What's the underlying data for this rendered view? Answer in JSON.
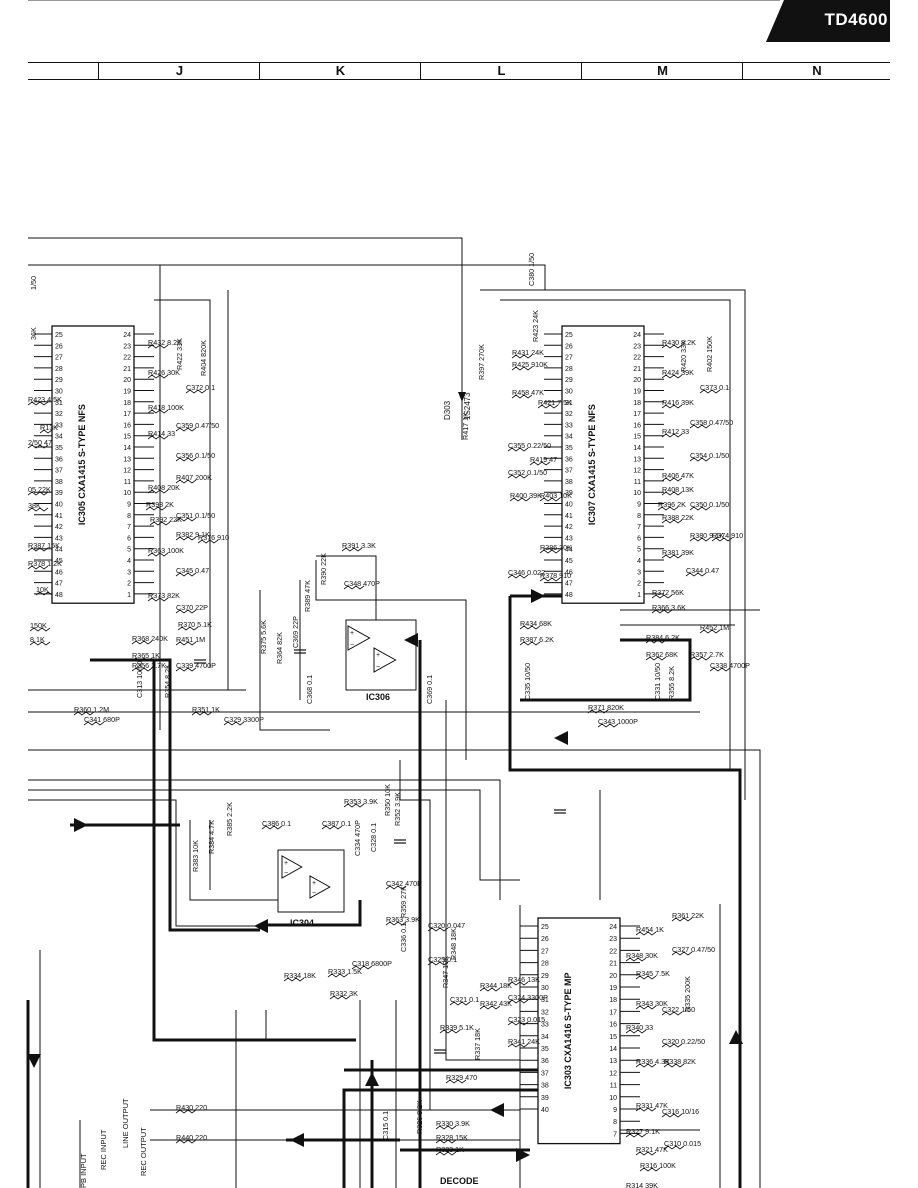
{
  "header": {
    "model": "TD4600"
  },
  "grid_columns": [
    "J",
    "K",
    "L",
    "M",
    "N"
  ],
  "ic_left": {
    "ref": "IC305",
    "part": "CXA1415",
    "desc": "S-TYPE NFS",
    "left_pins": [
      "25",
      "26",
      "27",
      "28",
      "29",
      "30",
      "31",
      "32",
      "33",
      "34",
      "35",
      "36",
      "37",
      "38",
      "39",
      "40",
      "41",
      "42",
      "43",
      "44",
      "45",
      "46",
      "47",
      "48"
    ],
    "right_pins": [
      "24",
      "23",
      "22",
      "21",
      "20",
      "19",
      "18",
      "17",
      "16",
      "15",
      "14",
      "13",
      "12",
      "11",
      "10",
      "9",
      "8",
      "7",
      "6",
      "5",
      "4",
      "3",
      "2",
      "1"
    ]
  },
  "ic_right": {
    "ref": "IC307",
    "part": "CXA1415",
    "desc": "S-TYPE NFS",
    "left_pins": [
      "25",
      "26",
      "27",
      "28",
      "29",
      "30",
      "31",
      "32",
      "33",
      "34",
      "35",
      "36",
      "37",
      "38",
      "39",
      "40",
      "41",
      "42",
      "43",
      "44",
      "45",
      "46",
      "47",
      "48"
    ],
    "right_pins": [
      "24",
      "23",
      "22",
      "21",
      "20",
      "19",
      "18",
      "17",
      "16",
      "15",
      "14",
      "13",
      "12",
      "11",
      "10",
      "9",
      "8",
      "7",
      "6",
      "5",
      "4",
      "3",
      "2",
      "1"
    ]
  },
  "ic_bottom": {
    "ref": "IC303",
    "part": "CXA1416",
    "desc": "S-TYPE MP",
    "left_pins": [
      "25",
      "26",
      "27",
      "28",
      "29",
      "30",
      "31",
      "32",
      "33",
      "34",
      "35",
      "36",
      "37",
      "38",
      "39",
      "40"
    ],
    "right_pins": [
      "24",
      "23",
      "22",
      "21",
      "20",
      "19",
      "18",
      "17",
      "16",
      "15",
      "14",
      "13",
      "12",
      "11",
      "10",
      "9",
      "8",
      "7"
    ]
  },
  "opamps": {
    "ic306": "IC306",
    "ic304": "IC304"
  },
  "diode": {
    "ref": "D303",
    "part": "1S2473"
  },
  "io_labels": {
    "line_output": "LINE OUTPUT",
    "rec_input": "REC INPUT",
    "rec_output": "REC OUTPUT",
    "pb_input": "PB INPUT",
    "decode": "DECODE"
  },
  "left_ic_parts": [
    {
      "ref": "R432",
      "val": "8.2K"
    },
    {
      "ref": "R422",
      "val": "33K"
    },
    {
      "ref": "R404",
      "val": "820K"
    },
    {
      "ref": "R426",
      "val": "30K"
    },
    {
      "ref": "C372",
      "val": "0.1"
    },
    {
      "ref": "R418",
      "val": "100K"
    },
    {
      "ref": "C359",
      "val": "0.47/50"
    },
    {
      "ref": "R414",
      "val": "33"
    },
    {
      "ref": "C356",
      "val": "0.1/50"
    },
    {
      "ref": "R407",
      "val": "200K"
    },
    {
      "ref": "R408",
      "val": "20K"
    },
    {
      "ref": "R398",
      "val": "2K"
    },
    {
      "ref": "C351",
      "val": "0.1/50"
    },
    {
      "ref": "R392",
      "val": "22K"
    },
    {
      "ref": "R382",
      "val": "9.1K"
    },
    {
      "ref": "R376",
      "val": "910"
    },
    {
      "ref": "R363",
      "val": "100K"
    },
    {
      "ref": "C345",
      "val": "0.47"
    },
    {
      "ref": "R373",
      "val": "82K"
    },
    {
      "ref": "C370",
      "val": "22P"
    },
    {
      "ref": "R370",
      "val": "5.1K"
    },
    {
      "ref": "R368",
      "val": "240K"
    },
    {
      "ref": "R451",
      "val": "1M"
    },
    {
      "ref": "R365",
      "val": "1K"
    },
    {
      "ref": "R356",
      "val": "2.7K"
    },
    {
      "ref": "C339",
      "val": "4700P"
    }
  ],
  "right_ic_parts": [
    {
      "ref": "R430",
      "val": "8.2K"
    },
    {
      "ref": "R420",
      "val": "33K"
    },
    {
      "ref": "R402",
      "val": "150K"
    },
    {
      "ref": "R424",
      "val": "39K"
    },
    {
      "ref": "C373",
      "val": "0.1"
    },
    {
      "ref": "R416",
      "val": "39K"
    },
    {
      "ref": "C358",
      "val": "0.47/50"
    },
    {
      "ref": "R412",
      "val": "33"
    },
    {
      "ref": "C354",
      "val": "0.1/50"
    },
    {
      "ref": "R406",
      "val": "47K"
    },
    {
      "ref": "R408",
      "val": "13K"
    },
    {
      "ref": "R396",
      "val": "2K"
    },
    {
      "ref": "C350",
      "val": "0.1/50"
    },
    {
      "ref": "R388",
      "val": "22K"
    },
    {
      "ref": "R380",
      "val": "9.1K"
    },
    {
      "ref": "R374",
      "val": "910"
    },
    {
      "ref": "R381",
      "val": "39K"
    },
    {
      "ref": "C344",
      "val": "0.47"
    },
    {
      "ref": "R372",
      "val": "56K"
    },
    {
      "ref": "R366",
      "val": "3.6K"
    },
    {
      "ref": "R452",
      "val": "1M"
    },
    {
      "ref": "R384",
      "val": "6.2K"
    },
    {
      "ref": "R362",
      "val": "68K"
    },
    {
      "ref": "R357",
      "val": "2.7K"
    },
    {
      "ref": "C338",
      "val": "4700P"
    }
  ],
  "right_ic_left_parts": [
    {
      "ref": "R431",
      "val": "24K"
    },
    {
      "ref": "R423",
      "val": "24K"
    },
    {
      "ref": "R425",
      "val": "910K"
    },
    {
      "ref": "R458",
      "val": "47K"
    },
    {
      "ref": "R421",
      "val": "7.5K"
    },
    {
      "ref": "C355",
      "val": "0.22/50"
    },
    {
      "ref": "R419",
      "val": "47"
    },
    {
      "ref": "C352",
      "val": "0.1/50"
    },
    {
      "ref": "R400",
      "val": "39K"
    },
    {
      "ref": "R403",
      "val": "10K"
    },
    {
      "ref": "R386",
      "val": "30K"
    },
    {
      "ref": "C346",
      "val": "0.022"
    },
    {
      "ref": "R378",
      "val": "910"
    },
    {
      "ref": "R434",
      "val": "68K"
    },
    {
      "ref": "R387",
      "val": "6.2K"
    },
    {
      "ref": "C335",
      "val": "10/50"
    },
    {
      "ref": "R371",
      "val": "820K"
    },
    {
      "ref": "C343",
      "val": "1000P"
    }
  ],
  "middle_parts": [
    {
      "ref": "R391",
      "val": "3.3K"
    },
    {
      "ref": "R390",
      "val": "22K"
    },
    {
      "ref": "R389",
      "val": "47K"
    },
    {
      "ref": "C348",
      "val": "470P"
    },
    {
      "ref": "R375",
      "val": "5.6K"
    },
    {
      "ref": "R364",
      "val": "82K"
    },
    {
      "ref": "C369",
      "val": "22P"
    },
    {
      "ref": "C368",
      "val": "0.1"
    },
    {
      "ref": "C369",
      "val": "0.1"
    },
    {
      "ref": "R351",
      "val": "1K"
    },
    {
      "ref": "C329",
      "val": "3300P"
    },
    {
      "ref": "R360",
      "val": "1.2M"
    },
    {
      "ref": "C341",
      "val": "680P"
    },
    {
      "ref": "R353",
      "val": "3.9K"
    },
    {
      "ref": "C386",
      "val": "0.1"
    },
    {
      "ref": "C387",
      "val": "0.1"
    },
    {
      "ref": "C334",
      "val": "470P"
    },
    {
      "ref": "C328",
      "val": "0.1"
    },
    {
      "ref": "R350",
      "val": "10K"
    },
    {
      "ref": "R352",
      "val": "3.9K"
    },
    {
      "ref": "R383",
      "val": "10K"
    },
    {
      "ref": "R384",
      "val": "4.7K"
    },
    {
      "ref": "R385",
      "val": "2.2K"
    },
    {
      "ref": "C342",
      "val": "470P"
    },
    {
      "ref": "R359",
      "val": "27K"
    },
    {
      "ref": "R363",
      "val": "3.9K"
    },
    {
      "ref": "C336",
      "val": "0.1"
    },
    {
      "ref": "C320",
      "val": "0.047"
    },
    {
      "ref": "R348",
      "val": "18K"
    },
    {
      "ref": "C325",
      "val": "0.1"
    },
    {
      "ref": "R347",
      "val": "10K"
    },
    {
      "ref": "R333",
      "val": "1.5K"
    },
    {
      "ref": "C318",
      "val": "6800P"
    },
    {
      "ref": "R334",
      "val": "18K"
    },
    {
      "ref": "R332",
      "val": "3K"
    },
    {
      "ref": "C321",
      "val": "0.1"
    },
    {
      "ref": "R339",
      "val": "5.1K"
    },
    {
      "ref": "R337",
      "val": "18K"
    },
    {
      "ref": "R329",
      "val": "470"
    },
    {
      "ref": "R430",
      "val": "220"
    },
    {
      "ref": "R440",
      "val": "220"
    },
    {
      "ref": "R330",
      "val": "3.9K"
    },
    {
      "ref": "R328",
      "val": "15K"
    },
    {
      "ref": "R323",
      "val": "1K"
    },
    {
      "ref": "C315",
      "val": "0.1"
    },
    {
      "ref": "R326",
      "val": "8.2K"
    },
    {
      "ref": "C380",
      "val": "1/50"
    },
    {
      "ref": "R397",
      "val": "270K"
    },
    {
      "ref": "R417",
      "val": "1K"
    },
    {
      "ref": "R355",
      "val": "8.2K"
    },
    {
      "ref": "C313",
      "val": "10/50"
    },
    {
      "ref": "R354",
      "val": "8.2K"
    },
    {
      "ref": "C331",
      "val": "10/50"
    }
  ],
  "bottom_ic_parts": [
    {
      "ref": "R346",
      "val": "13K"
    },
    {
      "ref": "C324",
      "val": "3300P"
    },
    {
      "ref": "R344",
      "val": "18K"
    },
    {
      "ref": "R342",
      "val": "43K"
    },
    {
      "ref": "C323",
      "val": "0.015"
    },
    {
      "ref": "R341",
      "val": "24K"
    },
    {
      "ref": "R454",
      "val": "1K"
    },
    {
      "ref": "R361",
      "val": "22K"
    },
    {
      "ref": "C327",
      "val": "0.47/50"
    },
    {
      "ref": "R348",
      "val": "30K"
    },
    {
      "ref": "R345",
      "val": "7.5K"
    },
    {
      "ref": "R335",
      "val": "200K"
    },
    {
      "ref": "R343",
      "val": "30K"
    },
    {
      "ref": "C322",
      "val": "1/50"
    },
    {
      "ref": "R340",
      "val": "33"
    },
    {
      "ref": "C320",
      "val": "0.22/50"
    },
    {
      "ref": "R336",
      "val": "4.3K"
    },
    {
      "ref": "R338",
      "val": "82K"
    },
    {
      "ref": "R331",
      "val": "47K"
    },
    {
      "ref": "C316",
      "val": "10/16"
    },
    {
      "ref": "R327",
      "val": "9.1K"
    },
    {
      "ref": "R321",
      "val": "47K"
    },
    {
      "ref": "C310",
      "val": "0.015"
    },
    {
      "ref": "R316",
      "val": "100K"
    },
    {
      "ref": "R314",
      "val": "39K"
    }
  ],
  "left_edge_parts": [
    {
      "ref": "R423",
      "val": "4.5K"
    },
    {
      "ref": "R13K",
      "val": ""
    },
    {
      "ref": "2/50",
      "val": "47"
    },
    {
      "ref": "05",
      "val": "22K"
    },
    {
      "ref": "38K",
      "val": ""
    },
    {
      "ref": "R387",
      "val": "15K"
    },
    {
      "ref": "R378",
      "val": "1.2K"
    },
    {
      "ref": "10K",
      "val": ""
    },
    {
      "ref": "150K",
      "val": ""
    },
    {
      "ref": "8.1K",
      "val": ""
    },
    {
      "ref": "1/50",
      "val": ""
    },
    {
      "ref": "36K",
      "val": ""
    }
  ]
}
